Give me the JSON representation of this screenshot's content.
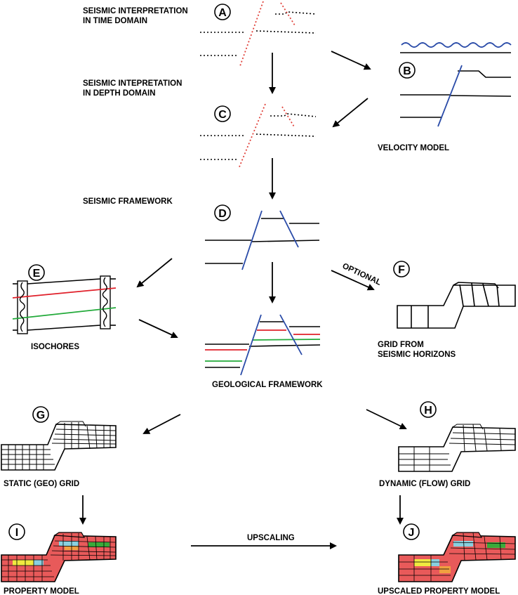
{
  "title_lines": {
    "time_domain": [
      "SEISMIC INTERPRETATION",
      "IN TIME DOMAIN"
    ],
    "depth_domain": [
      "SEISMIC INTEPRETATION",
      "IN DEPTH DOMAIN"
    ],
    "seismic_framework": "SEISMIC FRAMEWORK",
    "velocity_model": "VELOCITY MODEL",
    "isochores": "ISOCHORES",
    "grid_from_horizons": [
      "GRID FROM",
      "SEISMIC HORIZONS"
    ],
    "geological_framework": "GEOLOGICAL FRAMEWORK",
    "static_grid": "STATIC (GEO) GRID",
    "dynamic_grid": "DYNAMIC (FLOW) GRID",
    "property_model": "PROPERTY MODEL",
    "upscaled_property_model": "UPSCALED PROPERTY MODEL"
  },
  "arrow_labels": {
    "optional": "OPTIONAL",
    "upscaling": "UPSCALING"
  },
  "step_letters": [
    "A",
    "B",
    "C",
    "D",
    "E",
    "F",
    "G",
    "H",
    "I",
    "J"
  ],
  "colors": {
    "fault_interpreted": "#e0413a",
    "fault_modeled": "#2a4ba8",
    "horizon": "#000000",
    "isochore_red": "#e0202a",
    "isochore_green": "#22aa3a",
    "water": "#2a4ba8",
    "property_red": "#e85a5a",
    "property_yellow": "#f0ea40",
    "property_cyan": "#8ad0e0",
    "property_green": "#3aaa3a",
    "property_orange": "#f0a040"
  }
}
